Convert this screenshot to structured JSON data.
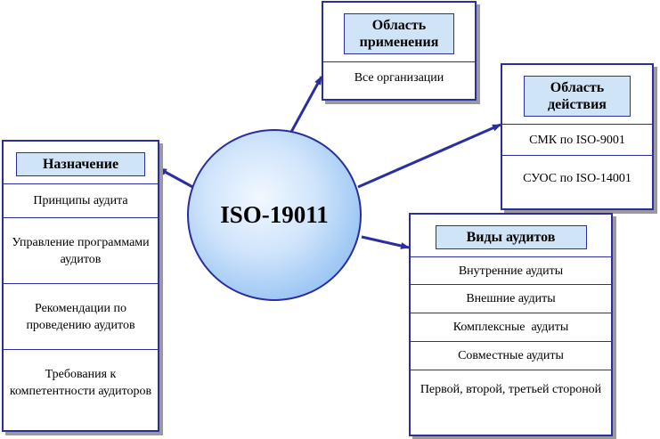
{
  "center": {
    "label": "ISO-19011"
  },
  "scope": {
    "title": "Область применения",
    "items": [
      "Все организации"
    ]
  },
  "action": {
    "title": "Область действия",
    "items": [
      "СМК по ISO-9001",
      "СУОС по ISO-14001"
    ]
  },
  "purpose": {
    "title": "Назначение",
    "items": [
      "Принципы аудита",
      "Управление программами аудитов",
      "Рекомендации по проведению аудитов",
      "Требования к компетентности аудиторов"
    ]
  },
  "audit_types": {
    "title": "Виды аудитов",
    "items": [
      "Внутренние аудиты",
      "Внешние аудиты",
      "Комплексные  аудиты",
      "Совместные аудиты",
      "Первой, второй, третьей стороной"
    ]
  },
  "colors": {
    "border": "#2b2e9e",
    "header_fill": "#cfe4f7",
    "circle_fill": "#93c1f2"
  }
}
